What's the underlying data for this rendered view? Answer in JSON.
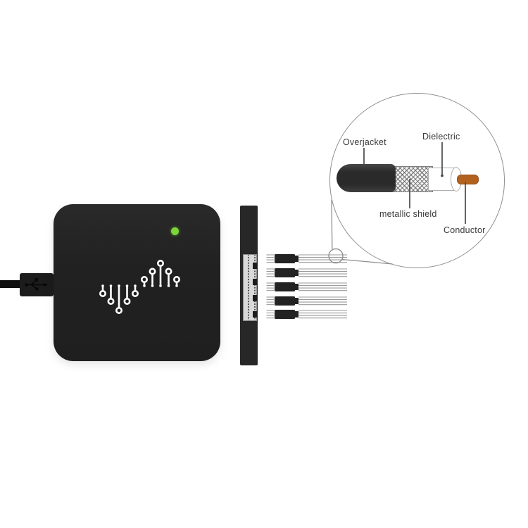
{
  "device": {
    "kind": "usb-logic-analyzer",
    "body_color": "#222222",
    "led_color": "#7cd638",
    "logo_icon": "waveform-logo",
    "usb_icon": "usb-trident-icon"
  },
  "probe_harness": {
    "plug_count": 5,
    "wires_per_plug": 4,
    "wire_color": "#9a9a9a",
    "plug_color": "#222222"
  },
  "inset": {
    "icon": "magnifier-callout",
    "outline_color": "#8f8f8f",
    "labels": {
      "overjacket": "Overjacket",
      "dielectric": "Dielectric",
      "metallic_shield": "metallic shield",
      "conductor": "Conductor"
    },
    "layers": [
      {
        "name": "Overjacket",
        "color": "#2a2a2a"
      },
      {
        "name": "metallic shield",
        "color": "#c9c9c9"
      },
      {
        "name": "Dielectric",
        "color": "#ffffff"
      },
      {
        "name": "Conductor",
        "color": "#b2611e"
      }
    ],
    "text_color": "#3a3a3a"
  }
}
